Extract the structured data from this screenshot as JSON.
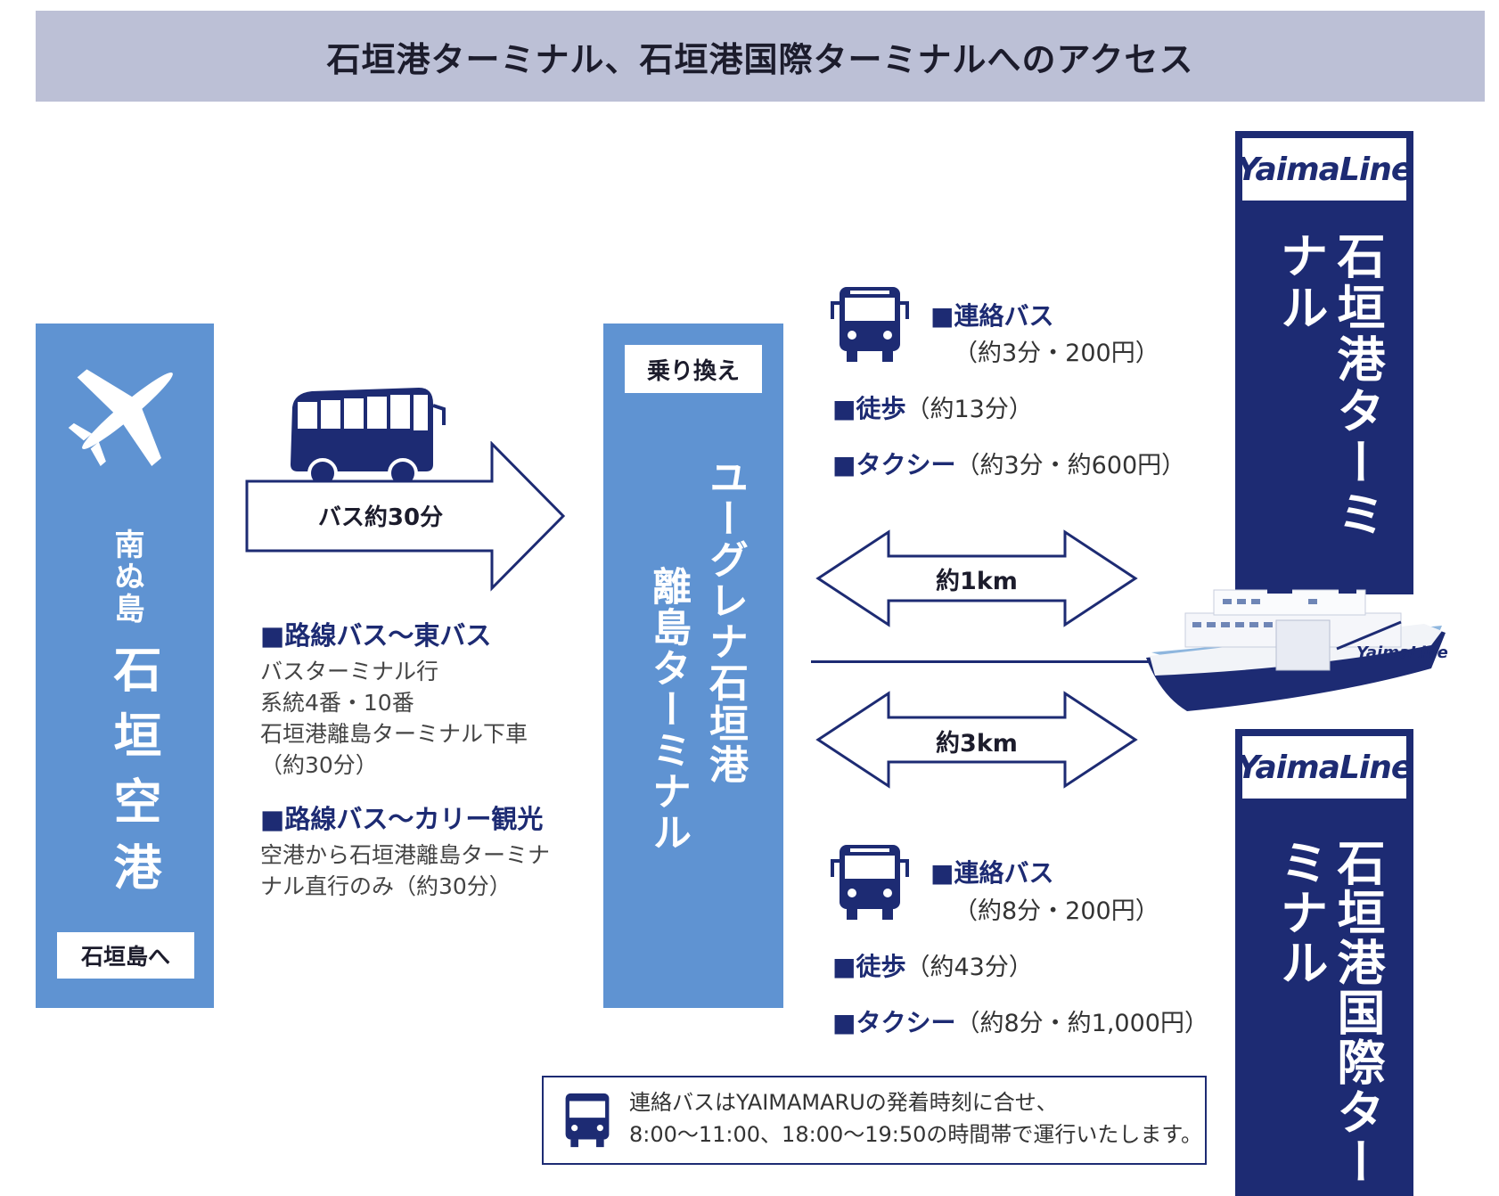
{
  "header": {
    "title": "石垣港ターミナル、石垣港国際ターミナルへのアクセス"
  },
  "airport": {
    "sub_label": "南ぬ島",
    "name": "石垣空港",
    "button": "石垣島へ"
  },
  "bus_arrow": {
    "label": "バス約30分"
  },
  "routes": [
    {
      "title": "■路線バス～東バス",
      "lines": [
        "バスターミナル行",
        "系統4番・10番",
        "石垣港離島ターミナル下車",
        "（約30分）"
      ]
    },
    {
      "title": "■路線バス～カリー観光",
      "lines": [
        "空港から石垣港離島ターミナ",
        "ナル直行のみ（約30分）"
      ]
    }
  ],
  "transfer": {
    "badge": "乗り換え",
    "name_line1": "ユーグレナ石垣港",
    "name_line2": "離島ターミナル"
  },
  "upper_access": {
    "bus_title": "■連絡バス",
    "bus_detail": "（約3分・200円）",
    "walk_title": "■徒歩",
    "walk_detail": "（約13分）",
    "taxi_title": "■タクシー",
    "taxi_detail": "（約3分・約600円）",
    "distance": "約1km"
  },
  "lower_access": {
    "bus_title": "■連絡バス",
    "bus_detail": "（約8分・200円）",
    "walk_title": "■徒歩",
    "walk_detail": "（約43分）",
    "taxi_title": "■タクシー",
    "taxi_detail": "（約8分・約1,000円）",
    "distance": "約3km"
  },
  "terminal_upper": {
    "logo": "YaimaLine",
    "name": "石垣港ターミナル"
  },
  "terminal_lower": {
    "logo": "YaimaLine",
    "name": "石垣港国際ターミナル"
  },
  "ship": {
    "logo": "YaimaLine"
  },
  "note": {
    "line1": "連絡バスはYAIMAMARUの発着時刻に合せ、",
    "line2": "8:00～11:00、18:00～19:50の時間帯で運行いたします。"
  },
  "colors": {
    "light_blue": "#5f93d2",
    "navy": "#1d2b73",
    "header_bg": "#bcc0d6"
  }
}
